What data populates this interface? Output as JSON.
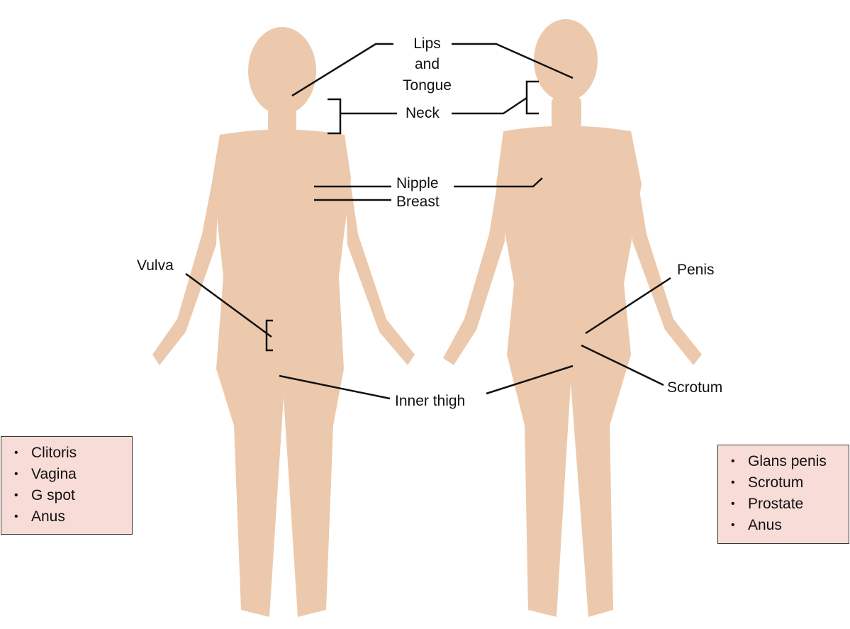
{
  "colors": {
    "figure_fill": "#ecc9ac",
    "line": "#111111",
    "box_bg": "#f8dcd8",
    "box_border": "#3a3a3a"
  },
  "labels": {
    "lips": "Lips",
    "lips_and": "and",
    "lips_tongue": "Tongue",
    "neck": "Neck",
    "nipple": "Nipple",
    "breast": "Breast",
    "vulva": "Vulva",
    "penis": "Penis",
    "inner_thigh": "Inner thigh",
    "scrotum": "Scrotum"
  },
  "left_box": {
    "items": [
      "Clitoris",
      "Vagina",
      "G spot",
      "Anus"
    ]
  },
  "right_box": {
    "items": [
      "Glans penis",
      "Scrotum",
      "Prostate",
      "Anus"
    ]
  }
}
